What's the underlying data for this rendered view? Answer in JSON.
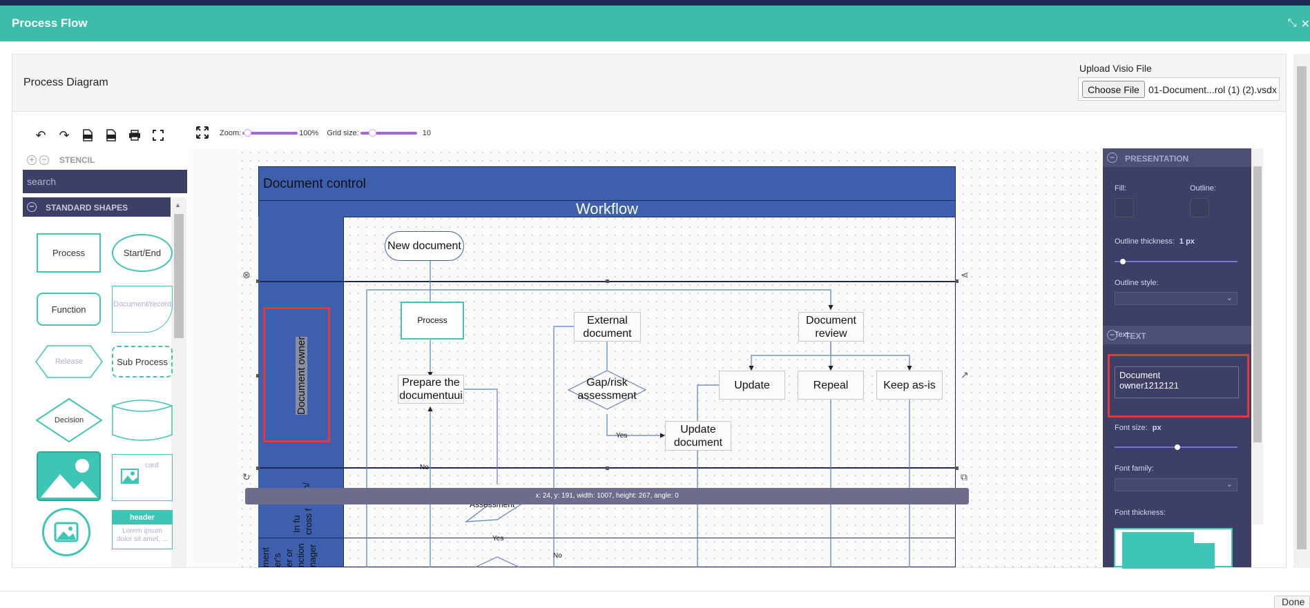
{
  "modal": {
    "title": "Process Flow",
    "header_icons": [
      "expand-icon",
      "close-icon"
    ]
  },
  "panel": {
    "title": "Process Diagram",
    "upload": {
      "label": "Upload Visio File",
      "button": "Choose File",
      "file_name": "01-Document...rol (1) (2).vsdx"
    }
  },
  "toolbar": {
    "icons": [
      "undo-icon",
      "redo-icon",
      "export-svg-icon",
      "export-png-icon",
      "print-icon",
      "fullscreen-icon",
      "fit-icon"
    ],
    "zoom_label": "Zoom:",
    "zoom_value": "100%",
    "grid_label": "Grid size:",
    "grid_value": "10"
  },
  "stencil": {
    "title": "STENCIL",
    "search_placeholder": "search",
    "section": "STANDARD SHAPES",
    "shapes": {
      "process": "Process",
      "start_end": "Start/End",
      "function": "Function",
      "document": "Document/record",
      "release": "Release",
      "sub_process": "Sub Process",
      "decision": "Decision",
      "card": "card",
      "header": "header",
      "lorem": "Lorem ipsum dolor sit amet, ..."
    }
  },
  "diagram": {
    "pool_title": "Document control",
    "workflow": "Workflow",
    "lanes": {
      "lane1": "Document owner",
      "lane2_a": "n/",
      "lane2_b": "In fu",
      "lane2_c": "cross f",
      "lane3": "ment\ner's\ner or\nnction\nnager"
    },
    "nodes": {
      "new_document": "New document",
      "process": "Process",
      "external_document": "External document",
      "document_review": "Document review",
      "prepare": "Prepare the documentuui",
      "gap_risk": "Gap/risk assessment",
      "update": "Update",
      "repeal": "Repeal",
      "keep": "Keep as-is",
      "update_document": "Update document",
      "assessment_partial": "Assessment"
    },
    "edge_labels": {
      "yes1": "Yes",
      "no1": "No",
      "yes2": "Yes",
      "no2": "No"
    },
    "status": "x: 24, y: 191, width: 1007, height: 267, angle: 0"
  },
  "properties": {
    "presentation": "PRESENTATION",
    "fill_label": "Fill:",
    "outline_label": "Outline:",
    "outline_thickness_label": "Outline thickness:",
    "outline_thickness_value": "1 px",
    "outline_style_label": "Outline style:",
    "text_section": "TEXT",
    "text_label": "Text:",
    "text_value": "Document\nowner1212121",
    "font_size_label": "Font size:",
    "font_size_unit": "px",
    "font_family_label": "Font family:",
    "font_thickness_label": "Font thickness:"
  },
  "footer": {
    "button": "Done"
  }
}
